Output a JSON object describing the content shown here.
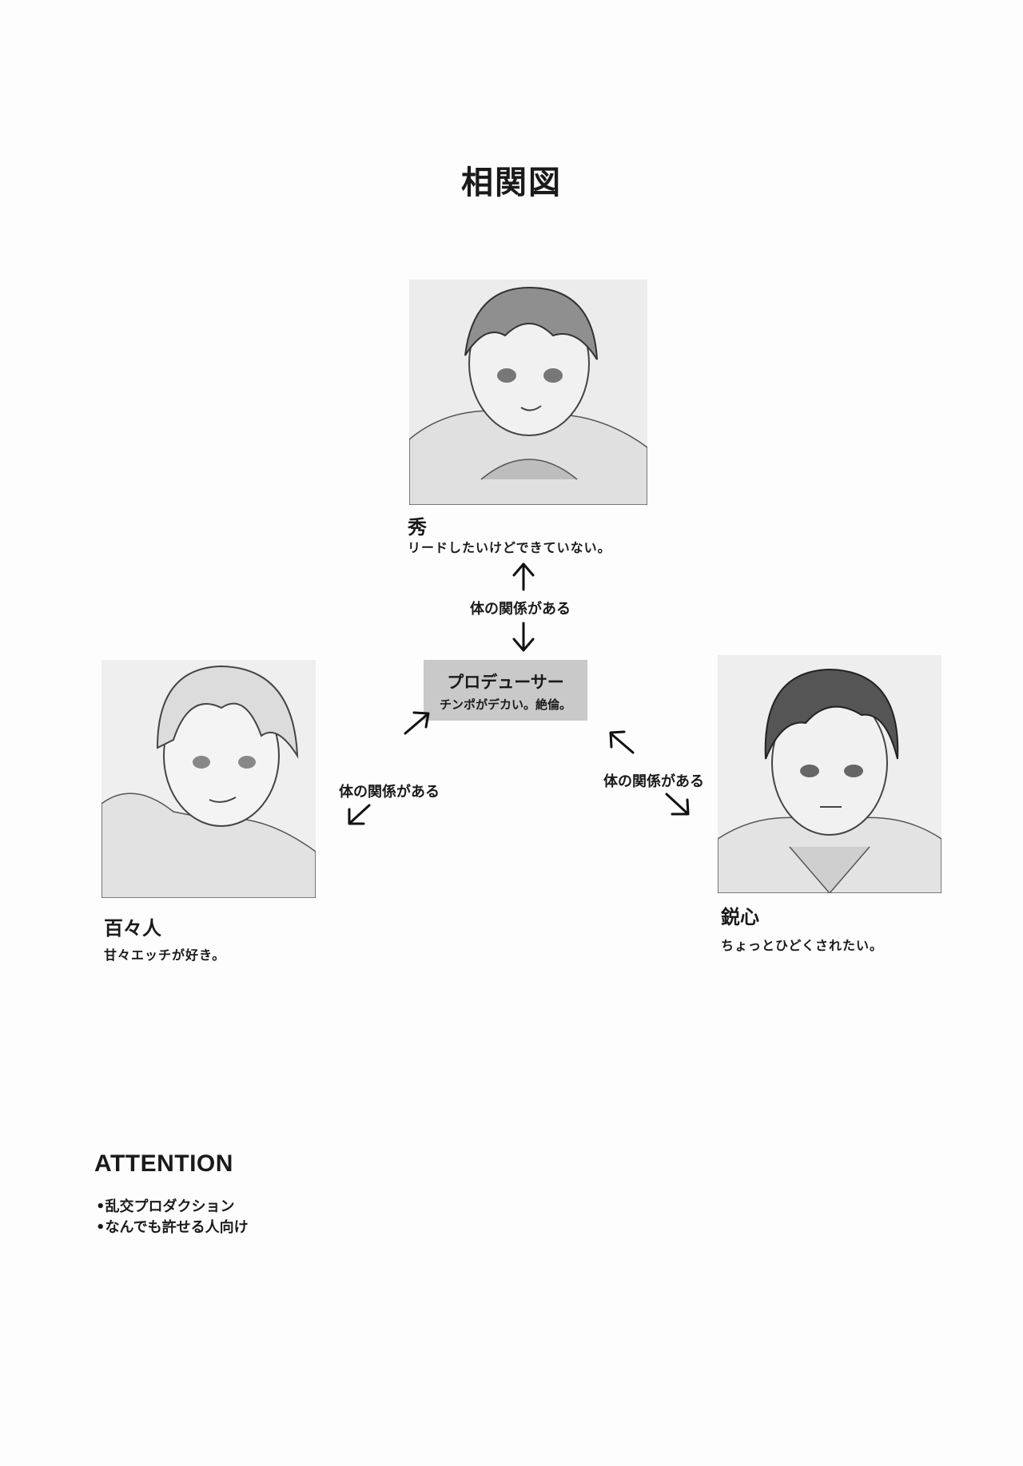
{
  "page": {
    "title": "相関図"
  },
  "characters": {
    "top": {
      "name": "秀",
      "desc": "リードしたいけどできていない。"
    },
    "left": {
      "name": "百々人",
      "desc": "甘々エッチが好き。"
    },
    "right": {
      "name": "鋭心",
      "desc": "ちょっとひどくされたい。"
    }
  },
  "center": {
    "name": "プロデューサー",
    "desc": "チンポがデカい。絶倫。"
  },
  "relations": {
    "top": "体の関係がある",
    "left": "体の関係がある",
    "right": "体の関係がある"
  },
  "attention": {
    "title": "ATTENTION",
    "items": [
      "•乱交プロダクション",
      "•なんでも許せる人向け"
    ]
  }
}
